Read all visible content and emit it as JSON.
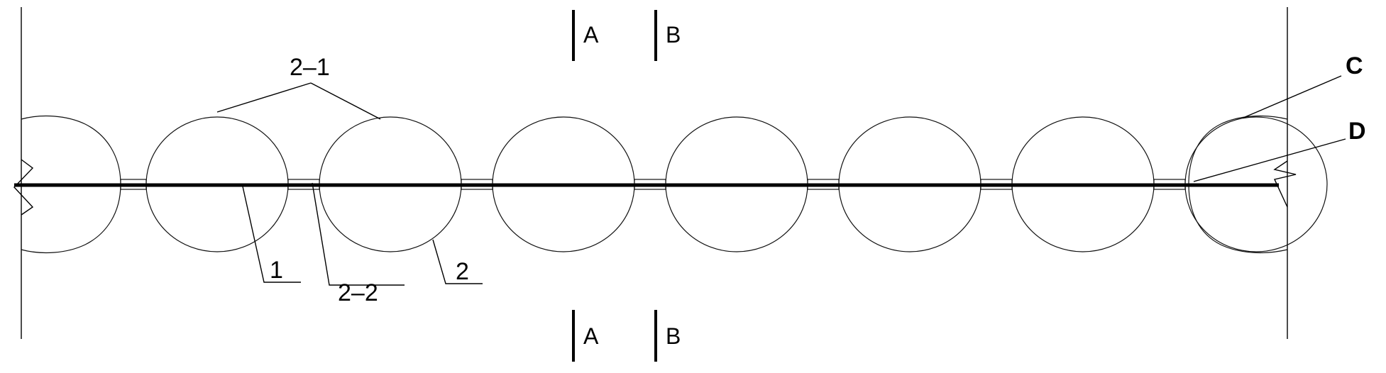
{
  "diagram": {
    "section_marks": {
      "top": [
        "A",
        "B"
      ],
      "bottom": [
        "A",
        "B"
      ]
    },
    "labels": {
      "bead_label": "2–1",
      "end_bead": "C",
      "end_link": "D",
      "wire": "1",
      "link": "2–2",
      "bead": "2"
    },
    "bead_count": 7
  }
}
